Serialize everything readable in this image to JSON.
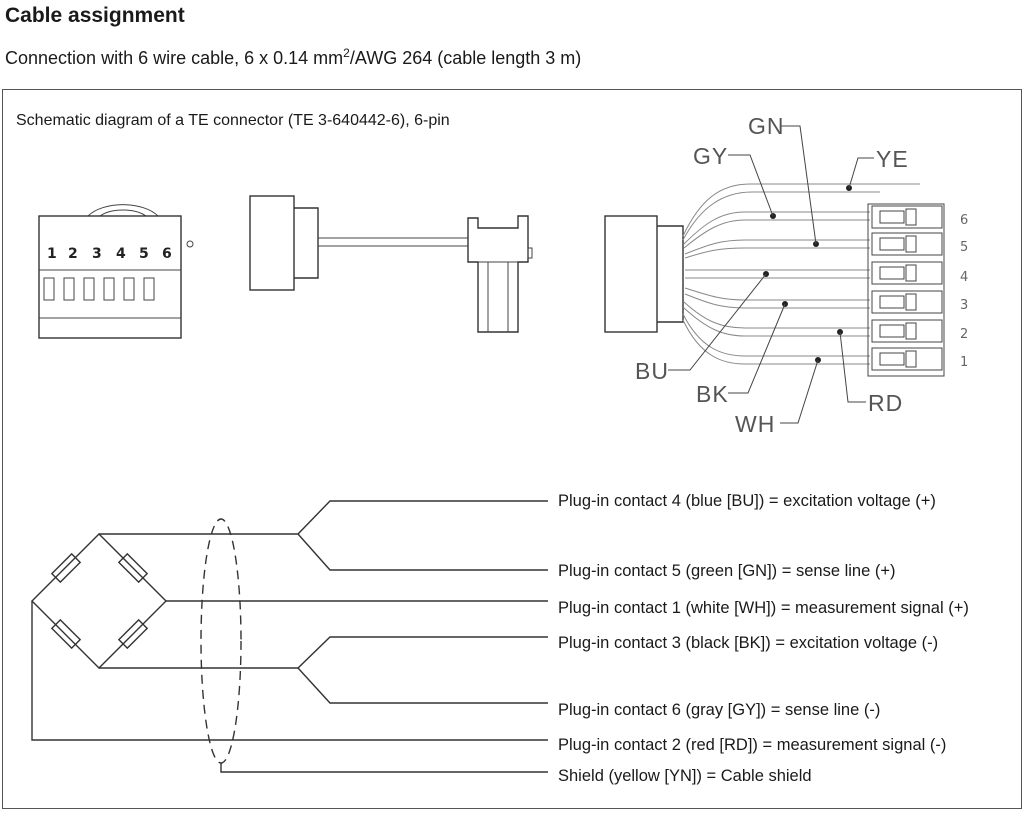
{
  "header": {
    "title": "Cable assignment",
    "subtitle_pre": "Connection with 6 wire cable, 6 x 0.14 mm",
    "subtitle_sup": "2",
    "subtitle_post": "/AWG 264 (cable length 3 m)"
  },
  "diagram": {
    "caption": "Schematic diagram of a TE connector (TE 3-640442-6), 6-pin",
    "connector_numbers": [
      "1",
      "2",
      "3",
      "4",
      "5",
      "6"
    ],
    "pin_numbers": [
      "6",
      "5",
      "4",
      "3",
      "2",
      "1"
    ],
    "wire_labels": {
      "gn": "GN",
      "gy": "GY",
      "ye": "YE",
      "bu": "BU",
      "bk": "BK",
      "wh": "WH",
      "rd": "RD"
    }
  },
  "assignments": [
    "Plug-in contact 4 (blue [BU]) = excitation voltage (+)",
    "Plug-in contact 5 (green [GN]) = sense line (+)",
    "Plug-in contact 1 (white [WH]) = measurement signal (+)",
    "Plug-in contact 3 (black [BK]) = excitation voltage (-)",
    "Plug-in contact 6 (gray [GY]) = sense line (-)",
    "Plug-in contact 2 (red [RD]) = measurement signal (-)",
    "Shield (yellow [YN]) = Cable shield"
  ]
}
